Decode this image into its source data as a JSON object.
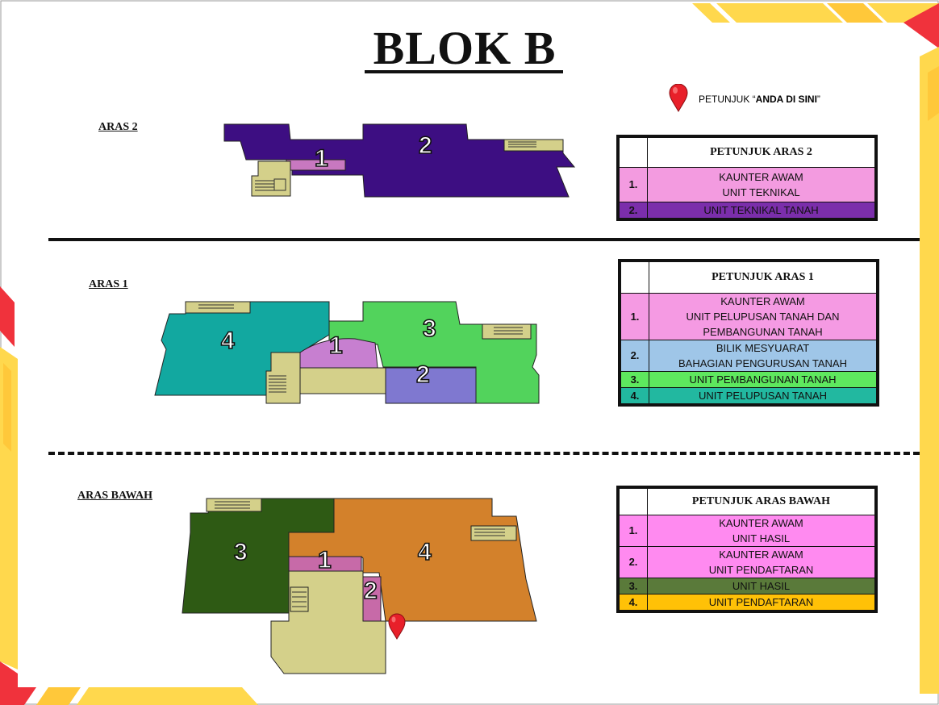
{
  "title": "BLOK B",
  "marker_legend": {
    "prefix": "PETUNJUK “",
    "emph": "ANDA DI SINI",
    "suffix": "”",
    "icon": "map-pin-icon",
    "color": "#e8202a"
  },
  "levels": {
    "aras2": {
      "label": "ARAS 2",
      "legend_title": "PETUNJUK ARAS 2",
      "rows": [
        {
          "num": "1.",
          "lines": [
            "KAUNTER AWAM",
            "UNIT TEKNIKAL"
          ],
          "color": "#f39be0"
        },
        {
          "num": "2.",
          "lines": [
            "UNIT TEKNIKAL TANAH"
          ],
          "color": "#7b2eab"
        }
      ],
      "zones": [
        "1",
        "2"
      ]
    },
    "aras1": {
      "label": "ARAS 1",
      "legend_title": "PETUNJUK ARAS 1",
      "rows": [
        {
          "num": "1.",
          "lines": [
            "KAUNTER AWAM",
            "UNIT PELUPUSAN TANAH DAN",
            "PEMBANGUNAN TANAH"
          ],
          "color": "#f59ae3"
        },
        {
          "num": "2.",
          "lines": [
            "BILIK MESYUARAT",
            "BAHAGIAN PENGURUSAN TANAH"
          ],
          "color": "#9fc6e8"
        },
        {
          "num": "3.",
          "lines": [
            "UNIT PEMBANGUNAN TANAH"
          ],
          "color": "#5ee85e"
        },
        {
          "num": "4.",
          "lines": [
            "UNIT PELUPUSAN TANAH"
          ],
          "color": "#22b8a0"
        }
      ],
      "zones": [
        "1",
        "2",
        "3",
        "4"
      ]
    },
    "bawah": {
      "label": "ARAS BAWAH",
      "legend_title": "PETUNJUK ARAS BAWAH",
      "rows": [
        {
          "num": "1.",
          "lines": [
            "KAUNTER AWAM",
            "UNIT HASIL"
          ],
          "color": "#ff8af0"
        },
        {
          "num": "2.",
          "lines": [
            "KAUNTER AWAM",
            "UNIT PENDAFTARAN"
          ],
          "color": "#ff8af0"
        },
        {
          "num": "3.",
          "lines": [
            "UNIT HASIL"
          ],
          "color": "#5a7a3a"
        },
        {
          "num": "4.",
          "lines": [
            "UNIT PENDAFTARAN"
          ],
          "color": "#ffc107"
        }
      ],
      "zones": [
        "1",
        "2",
        "3",
        "4"
      ]
    }
  },
  "colors": {
    "aras2_zone1": "#c878c0",
    "aras2_zone2": "#3d0e82",
    "aras1_zone1": "#c77fd0",
    "aras1_zone2": "#7f78d0",
    "aras1_zone3": "#52d35c",
    "aras1_zone4": "#12a8a0",
    "bawah_zone1": "#c76aa8",
    "bawah_zone2": "#c76aa8",
    "bawah_zone3": "#2e5a14",
    "bawah_zone4": "#d3812b",
    "corridor": "#d4d08a",
    "frame_yellow": "#ffd84d",
    "frame_red": "#f0323c"
  }
}
